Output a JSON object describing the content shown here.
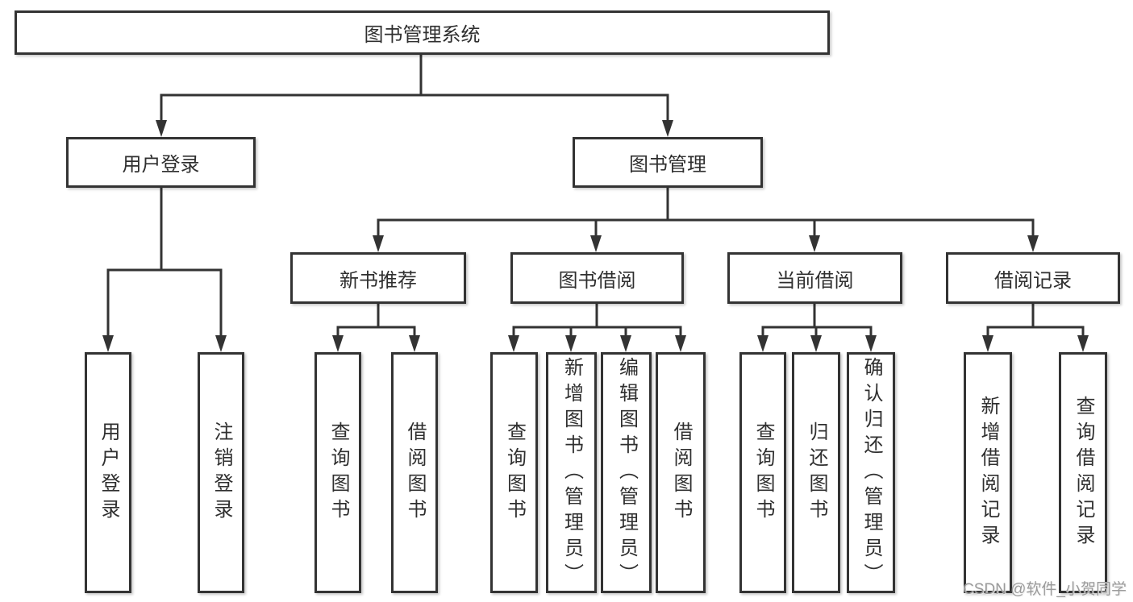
{
  "colors": {
    "line": "#333333",
    "text": "#2f2f2f",
    "box_bg": "#ffffff",
    "watermark": "#9b9b9b"
  },
  "watermark": "CSDN @软件_小贺同学",
  "tree": {
    "root": {
      "label": "图书管理系统",
      "children": [
        {
          "label": "用户登录",
          "children": [
            {
              "label": "用户登录"
            },
            {
              "label": "注销登录"
            }
          ]
        },
        {
          "label": "图书管理",
          "children": [
            {
              "label": "新书推荐",
              "children": [
                {
                  "label": "查询图书"
                },
                {
                  "label": "借阅图书"
                }
              ]
            },
            {
              "label": "图书借阅",
              "children": [
                {
                  "label": "查询图书"
                },
                {
                  "label": "新增图书（管理员）"
                },
                {
                  "label": "编辑图书（管理员）"
                },
                {
                  "label": "借阅图书"
                }
              ]
            },
            {
              "label": "当前借阅",
              "children": [
                {
                  "label": "查询图书"
                },
                {
                  "label": "归还图书"
                },
                {
                  "label": "确认归还（管理员）"
                }
              ]
            },
            {
              "label": "借阅记录",
              "children": [
                {
                  "label": "新增借阅记录"
                },
                {
                  "label": "查询借阅记录"
                }
              ]
            }
          ]
        }
      ]
    }
  }
}
